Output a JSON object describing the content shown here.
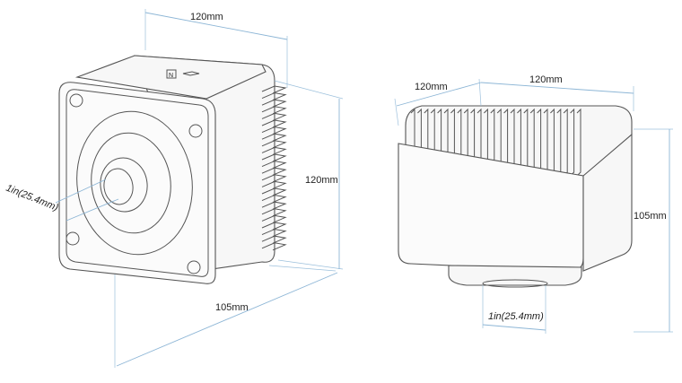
{
  "labels": {
    "left_top_width": "120mm",
    "left_side_height": "120mm",
    "left_bottom_depth": "105mm",
    "left_mount": "1in(25.4mm)",
    "right_top_depth": "120mm",
    "right_top_width": "120mm",
    "right_height": "105mm",
    "right_mount": "1in(25.4mm)",
    "badge": "N"
  },
  "colors": {
    "dimension_line": "#8db6d6",
    "outline": "#555555",
    "text": "#222222"
  }
}
